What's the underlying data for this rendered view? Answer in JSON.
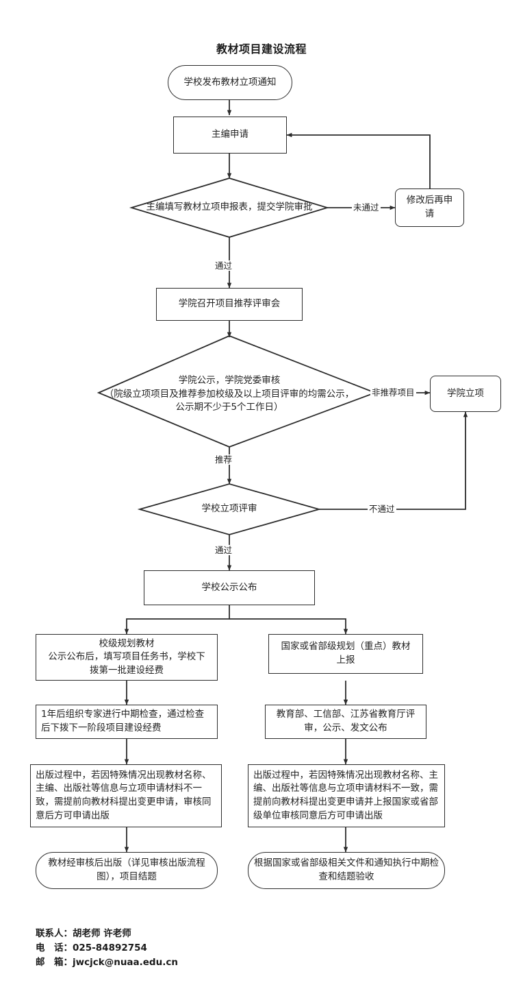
{
  "title": "教材项目建设流程",
  "nodes": {
    "start": "学校发布教材立项通知",
    "apply": "主编申请",
    "fill_form": "主编填写教材立项申报表，提交学院审批",
    "revise": "修改后再申\n请",
    "college_meeting": "学院召开项目推荐评审会",
    "college_publicity": "学院公示，学院党委审核\n（院级立项项目及推荐参加校级及以上项目评审的均需公示，\n公示期不少于5个工作日）",
    "college_project": "学院立项",
    "school_review": "学校立项评审",
    "school_publicity": "学校公示公布",
    "left_1": "校级规划教材\n公示公布后，填写项目任务书，学校下\n拨第一批建设经费",
    "left_2": "1年后组织专家进行中期检查，通过检查\n后下拨下一阶段项目建设经费",
    "left_3": "出版过程中，若因特殊情况出现教材名称、\n主编、出版社等信息与立项申请材料不一\n致，需提前向教材科提出变更申请，审核同\n意后方可申请出版",
    "left_4": "教材经审核后出版（详见审核出版流程\n图），项目结题",
    "right_1": "国家或省部级规划（重点）教材\n上报",
    "right_2": "教育部、工信部、江苏省教育厅评\n审，公示、发文公布",
    "right_3": "出版过程中，若因特殊情况出现教材名称、主\n编、出版社等信息与立项申请材料不一致，需\n提前向教材科提出变更申请并上报国家或省部\n级单位审核同意后方可申请出版",
    "right_4": "根据国家或省部级相关文件和通知执行中期检\n查和结题验收"
  },
  "edge_labels": {
    "not_passed": "未通过",
    "passed_1": "通过",
    "not_recommended": "非推荐项目",
    "recommended": "推荐",
    "rejected": "不通过",
    "passed_2": "通过"
  },
  "footer": {
    "contact": "联系人：胡老师 许老师",
    "phone": "电　话：025-84892754",
    "email": "邮　箱：jwcjck@nuaa.edu.cn"
  },
  "colors": {
    "stroke": "#2b2b2b",
    "text": "#222222",
    "background": "#ffffff"
  }
}
